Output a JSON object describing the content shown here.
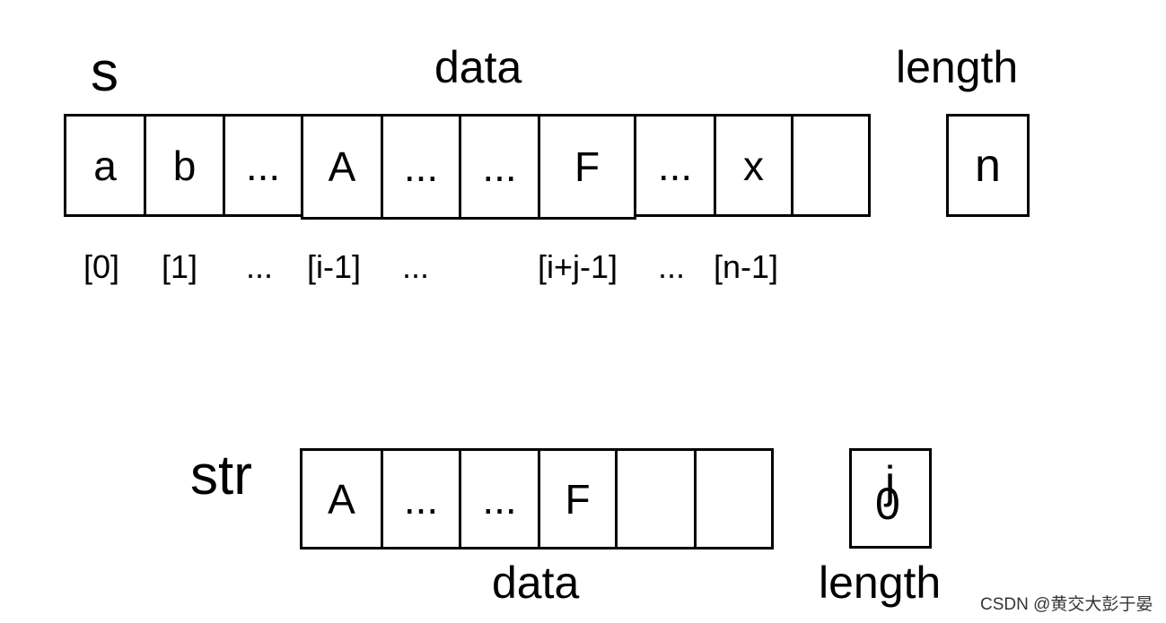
{
  "s_array": {
    "name": "s",
    "data_label": "data",
    "length_label": "length",
    "cells": [
      "a",
      "b",
      "...",
      "A",
      "...",
      "...",
      "F",
      "...",
      "x",
      ""
    ],
    "indices": [
      "[0]",
      "[1]",
      "...",
      "[i-1]",
      "...",
      "[i+j-1]",
      "...",
      "[n-1]"
    ],
    "length_value": "n"
  },
  "str_array": {
    "name": "str",
    "data_label": "data",
    "length_label": "length",
    "cells": [
      "A",
      "...",
      "...",
      "F",
      "",
      ""
    ],
    "length_value": "0",
    "length_overwrite": "j"
  },
  "watermark": "CSDN @黄交大彭于晏"
}
